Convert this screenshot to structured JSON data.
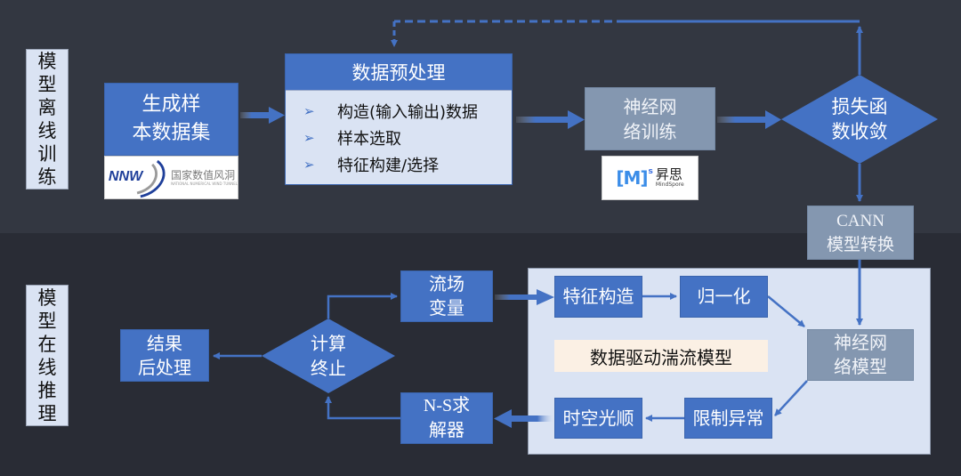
{
  "colors": {
    "accent_blue": "#4472c4",
    "gray_box": "#8497b0",
    "panel_bg": "#dae3f3",
    "note_bg": "#fbf0e4",
    "bg_top": "#333741",
    "bg_bottom": "#292c35"
  },
  "sections": {
    "offline": {
      "label": [
        "模",
        "型",
        "离",
        "线",
        "训",
        "练"
      ]
    },
    "online": {
      "label": [
        "模",
        "型",
        "在",
        "线",
        "推",
        "理"
      ]
    }
  },
  "offline": {
    "generate_dataset": {
      "lines": [
        "生成样",
        "本数据集"
      ]
    },
    "nnw_logo": {
      "mark": "NNW",
      "name": "国家数值风洞",
      "subtitle": "NATIONAL NUMERICAL WIND TUNNEL"
    },
    "preprocess": {
      "title": "数据预处理",
      "bullet_icon": "arrow-bullet-icon",
      "items": [
        "构造(输入输出)数据",
        "样本选取",
        "特征构建/选择"
      ]
    },
    "nn_training": {
      "lines": [
        "神经网",
        "络训练"
      ]
    },
    "mindspore_logo": {
      "mark": "[M]",
      "superscript": "s",
      "name": "昇思",
      "subtitle": "MindSpore"
    },
    "loss_converge": {
      "lines": [
        "损失函",
        "数收敛"
      ]
    },
    "cann_convert": {
      "lines": [
        "CANN",
        "模型转换"
      ]
    }
  },
  "online": {
    "feature_construct": {
      "label": "特征构造"
    },
    "normalize": {
      "label": "归一化"
    },
    "panel_title": "数据驱动湍流模型",
    "nn_model": {
      "lines": [
        "神经网",
        "络模型"
      ]
    },
    "limit_anomaly": {
      "label": "限制异常"
    },
    "spatiotemporal_smooth": {
      "label": "时空光顺"
    },
    "flow_variables": {
      "lines": [
        "流场",
        "变量"
      ]
    },
    "ns_solver": {
      "lines": [
        "N-S求",
        "解器"
      ]
    },
    "compute_stop": {
      "lines": [
        "计算",
        "终止"
      ]
    },
    "post_process": {
      "lines": [
        "结果",
        "后处理"
      ]
    }
  }
}
